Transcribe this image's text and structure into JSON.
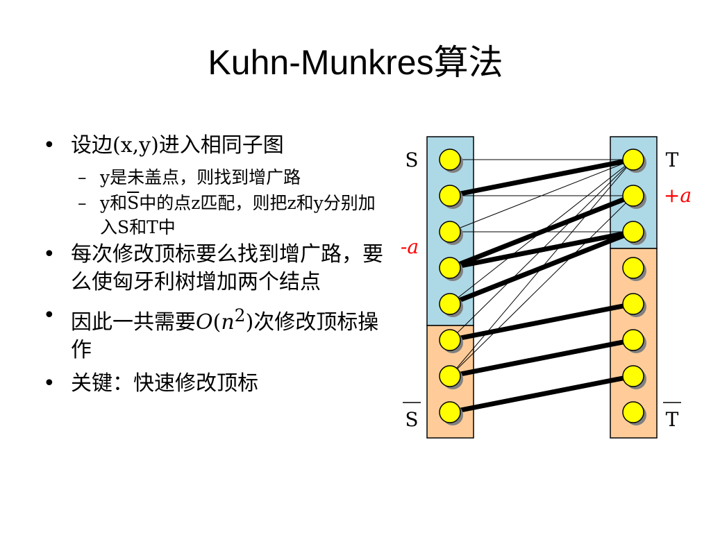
{
  "slide": {
    "title": "Kuhn-Munkres算法",
    "bullets": [
      {
        "text": "设边(x,y)进入相同子图",
        "sub": [
          {
            "text": "y是未盖点，则找到增广路"
          },
          {
            "pre": "y和",
            "over": "S",
            "post": "中的点z匹配，则把z和y分别加入S和T中"
          }
        ]
      },
      {
        "text": "每次修改顶标要么找到增广路，要么使匈牙利树增加两个结点"
      },
      {
        "pre": "因此一共需要",
        "o": "O",
        "p1": "(",
        "n": "n",
        "sup": "2",
        "post": ")次修改顶标操作"
      },
      {
        "text": "关键：快速修改顶标"
      }
    ],
    "bullet_marker": "•",
    "sub_marker": "–"
  },
  "diagram": {
    "labels": {
      "s": "S",
      "t": "T",
      "s_bar": "S",
      "t_bar": "T",
      "minus_a": "-a",
      "plus_a": "+a"
    },
    "colors": {
      "blue": "#add8e6",
      "orange": "#ffcc99",
      "node": "#ffff00",
      "shadow": "#808080"
    },
    "left_node_count": 8,
    "right_node_count": 8,
    "left_s_count": 5,
    "right_t_count": 3,
    "thin_edges": [
      [
        0,
        0
      ],
      [
        1,
        1
      ],
      [
        2,
        0
      ],
      [
        2,
        2
      ],
      [
        3,
        1
      ],
      [
        4,
        0
      ],
      [
        5,
        0
      ],
      [
        6,
        0
      ],
      [
        6,
        1
      ]
    ],
    "thick_edges": [
      [
        1,
        0
      ],
      [
        3,
        1
      ],
      [
        3,
        2
      ],
      [
        4,
        2
      ],
      [
        5,
        4
      ],
      [
        6,
        5
      ],
      [
        7,
        6
      ]
    ]
  }
}
